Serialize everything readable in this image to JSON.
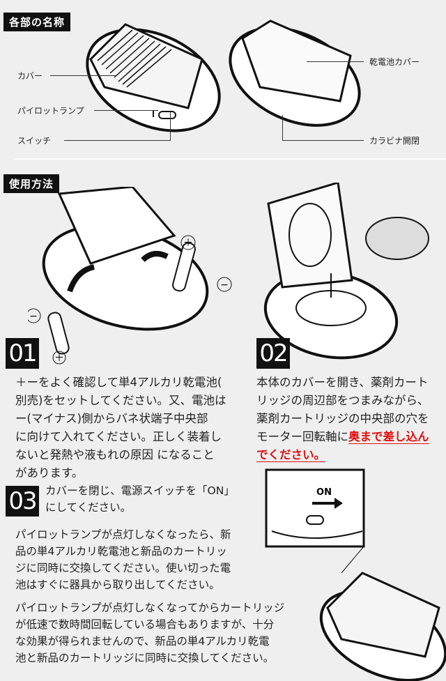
{
  "parts_section": {
    "title": "各部の名称",
    "labels": {
      "cover": "カバー",
      "pilot_lamp": "パイロットランプ",
      "switch": "スイッチ",
      "battery_cover": "乾電池カバー",
      "carabiner": "カラビナ開閉"
    }
  },
  "usage_section": {
    "title": "使用方法",
    "steps": [
      {
        "number": "01",
        "text": "＋ーをよく確認して単4アルカリ乾電池(\n別売)をセットしてください。又、電池は\nー(マイナス)側からバネ状端子中央部\nに向けて入れてください。正しく装着し\nないと発熱や液もれの原因 になること\nがあります。"
      },
      {
        "number": "02",
        "text": "本体のカバーを開き、薬剤カート\nリッジの周辺部をつまみながら、\n薬剤カートリッジの中央部の穴を\nモーター回転軸に",
        "emphasis": "奥まで差し込ん",
        "emphasis2": "でください。"
      },
      {
        "number": "03",
        "text": "カバーを閉じ、電源スイッチを「ON」\nにしてください。"
      }
    ],
    "notes": [
      "パイロットランプが点灯しなくなったら、新\n品の単4アルカリ乾電池と新品のカートリッ\nジに同時に交換してください。使い切った電\n池はすぐに器具から取り出してください。",
      "パイロットランプが点灯しなくなってからカートリッジ\nが低速で数時間回転している場合もありますが、十分\nな効果が得られませんので、新品の単4アルカリ乾電\n池と新品のカートリッジに同時に交換してください。"
    ],
    "illustration": {
      "plus": "＋",
      "minus": "−",
      "on_label": "ON"
    }
  },
  "colors": {
    "accent_red": "#e01010",
    "background": "#efefef"
  }
}
